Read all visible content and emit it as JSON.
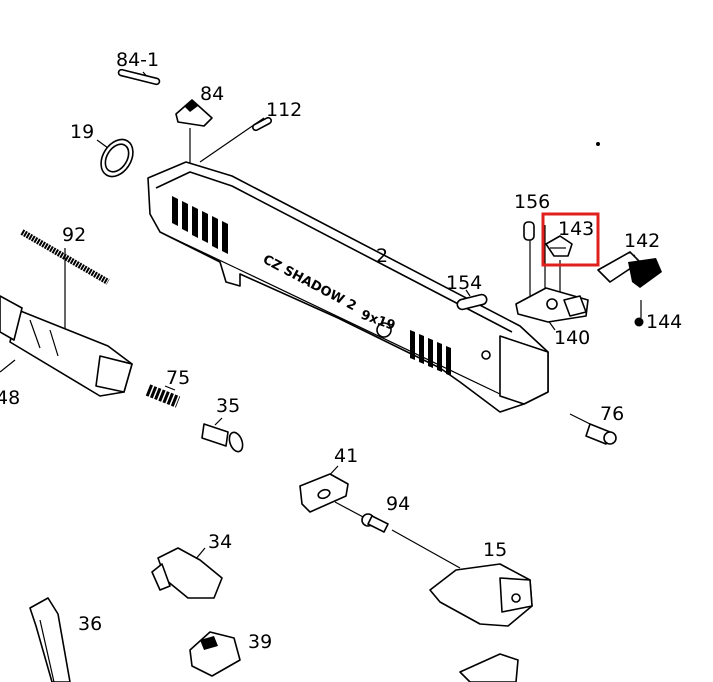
{
  "slide_marking": "CZ SHADOW 2",
  "caliber_marking": "9x19",
  "highlighted_label": "143",
  "highlight_color": "#e0201c",
  "labels": {
    "p84_1": "84-1",
    "p84": "84",
    "p112": "112",
    "p19": "19",
    "p92": "92",
    "p2": "2",
    "p156": "156",
    "p143": "143",
    "p142": "142",
    "p154": "154",
    "p144": "144",
    "p140": "140",
    "p48": "48",
    "p75": "75",
    "p35": "35",
    "p76": "76",
    "p41": "41",
    "p94": "94",
    "p15": "15",
    "p34": "34",
    "p36": "36",
    "p39": "39"
  }
}
